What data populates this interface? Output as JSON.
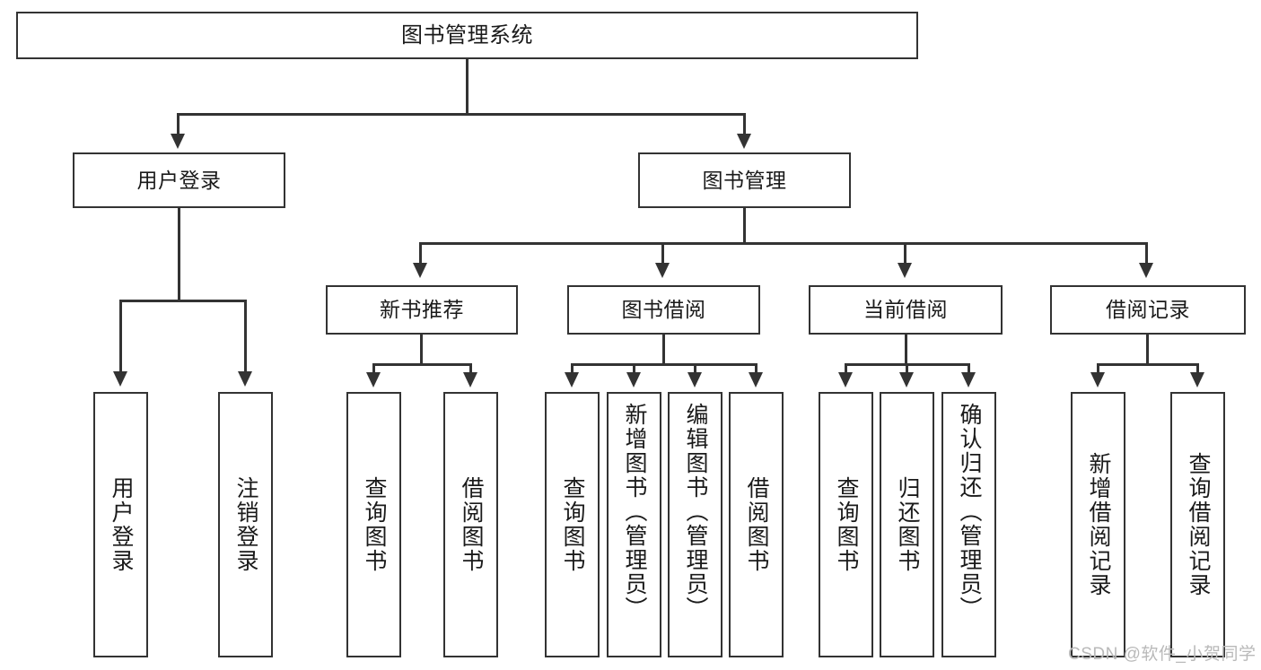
{
  "diagram": {
    "type": "tree-hierarchy",
    "title": "图书管理系统",
    "root": {
      "id": "root",
      "label": "图书管理系统"
    },
    "level1": [
      {
        "id": "user-login",
        "label": "用户登录"
      },
      {
        "id": "book-management",
        "label": "图书管理"
      }
    ],
    "level2": [
      {
        "id": "new-book-recommend",
        "label": "新书推荐",
        "parent": "book-management"
      },
      {
        "id": "book-borrow",
        "label": "图书借阅",
        "parent": "book-management"
      },
      {
        "id": "current-borrow",
        "label": "当前借阅",
        "parent": "book-management"
      },
      {
        "id": "borrow-record",
        "label": "借阅记录",
        "parent": "book-management"
      }
    ],
    "leaves": {
      "user_login": [
        {
          "id": "leaf-user-login",
          "label": "用户登录"
        },
        {
          "id": "leaf-user-logout",
          "label": "注销登录"
        }
      ],
      "new_book_recommend": [
        {
          "id": "leaf-query-book-1",
          "label": "查询图书"
        },
        {
          "id": "leaf-borrow-book-1",
          "label": "借阅图书"
        }
      ],
      "book_borrow": [
        {
          "id": "leaf-query-book-2",
          "label": "查询图书"
        },
        {
          "id": "leaf-add-book",
          "label": "新增图书（管理员）"
        },
        {
          "id": "leaf-edit-book",
          "label": "编辑图书（管理员）"
        },
        {
          "id": "leaf-borrow-book-2",
          "label": "借阅图书"
        }
      ],
      "current_borrow": [
        {
          "id": "leaf-query-book-3",
          "label": "查询图书"
        },
        {
          "id": "leaf-return-book",
          "label": "归还图书"
        },
        {
          "id": "leaf-confirm-return",
          "label": "确认归还（管理员）"
        }
      ],
      "borrow_record": [
        {
          "id": "leaf-add-record",
          "label": "新增借阅记录"
        },
        {
          "id": "leaf-query-record",
          "label": "查询借阅记录"
        }
      ]
    }
  },
  "watermark": {
    "text": "CSDN @软件_小贺同学"
  },
  "colors": {
    "stroke": "#333333",
    "background": "#ffffff",
    "text": "#1a1a1a",
    "watermark": "#b9b9b9"
  }
}
